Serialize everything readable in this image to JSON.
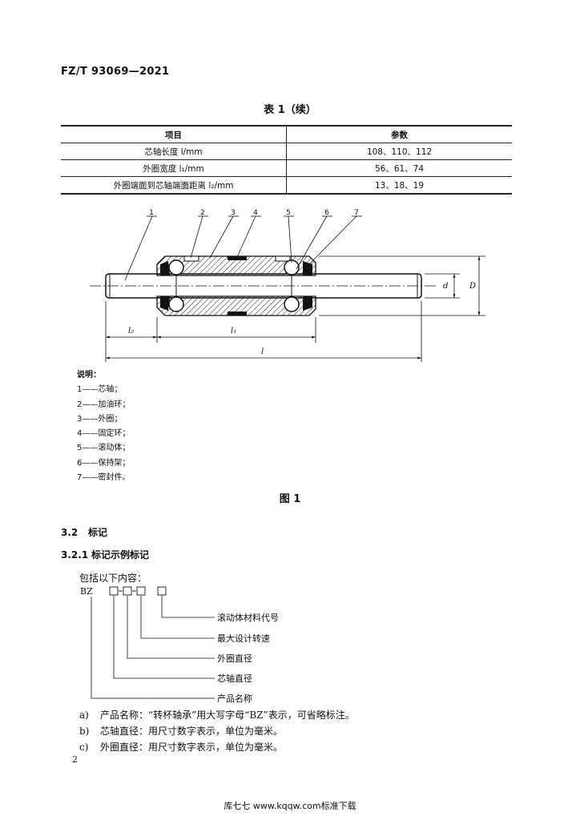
{
  "header": {
    "std_code": "FZ/T 93069—2021"
  },
  "table": {
    "title": "表 1（续）",
    "columns": [
      "项目",
      "参数"
    ],
    "rows": [
      [
        "芯轴长度 l/mm",
        "108、110、112"
      ],
      [
        "外圈宽度 l₁/mm",
        "56、61、74"
      ],
      [
        "外圈端面到芯轴端面距离 l₂/mm",
        "13、18、19"
      ]
    ]
  },
  "figure": {
    "callouts": [
      "1",
      "2",
      "3",
      "4",
      "5",
      "6",
      "7"
    ],
    "dims": {
      "l": "l",
      "l1": "l₁",
      "l2": "l₂",
      "d": "d",
      "D": "D"
    },
    "legend_title": "说明：",
    "legend": [
      "1——芯轴；",
      "2——加油环；",
      "3——外圈；",
      "4——固定环；",
      "5——滚动体；",
      "6——保持架；",
      "7——密封件。"
    ],
    "title": "图 1"
  },
  "section": {
    "num": "3.2",
    "title": "标记",
    "sub_num": "3.2.1",
    "sub_title": "标记示例标记"
  },
  "marking": {
    "intro": "包括以下内容：",
    "prefix": "BZ",
    "labels": [
      "滚动体材料代号",
      "最大设计转速",
      "外圈直径",
      "芯轴直径",
      "产品名称"
    ]
  },
  "items": [
    {
      "label": "a)",
      "text": "产品名称：“转杯轴承”用大写字母“BZ”表示，可省略标注。"
    },
    {
      "label": "b)",
      "text": "芯轴直径：用尺寸数字表示，单位为毫米。"
    },
    {
      "label": "c)",
      "text": "外圈直径：用尺寸数字表示，单位为毫米。"
    }
  ],
  "page_number": "2",
  "footer": "库七七 www.kqqw.com标准下载"
}
